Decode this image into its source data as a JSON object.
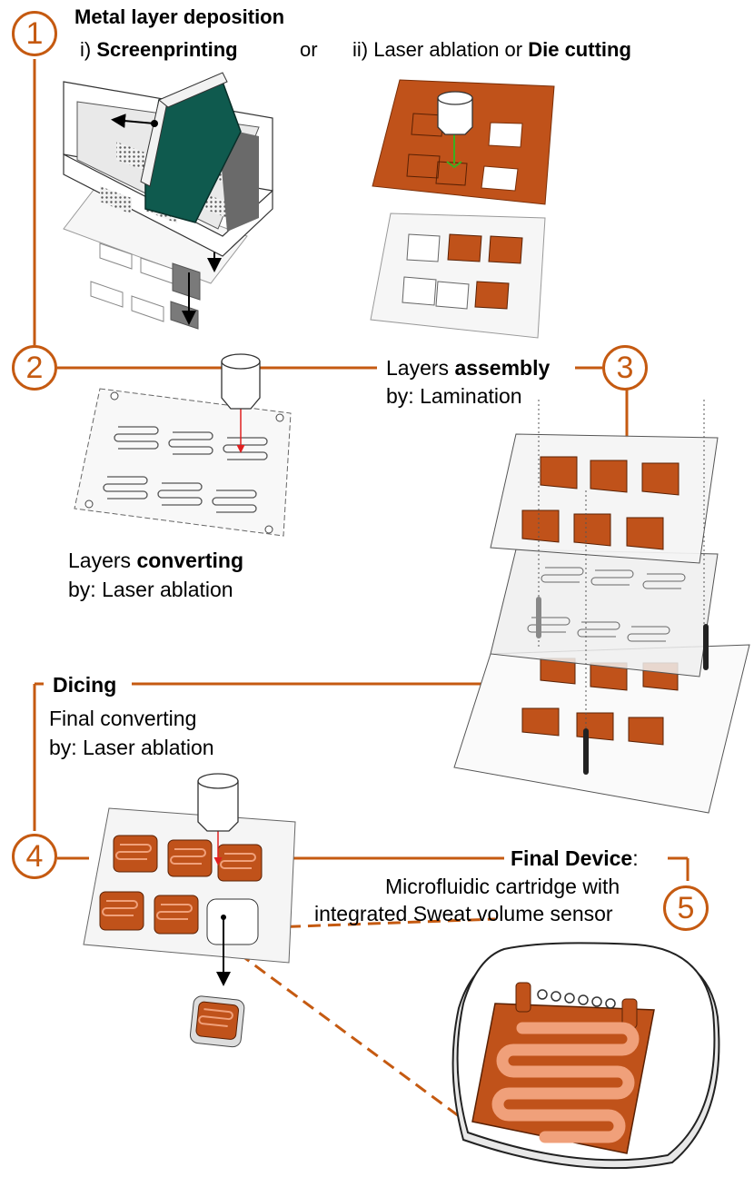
{
  "colors": {
    "accent": "#c55a11",
    "copper": "#c0521a",
    "copper_light": "#f0a07a",
    "screen_green": "#0f5a4e",
    "laser": "#e02020"
  },
  "steps": [
    "1",
    "2",
    "3",
    "4",
    "5"
  ],
  "step1": {
    "title": "Metal layer deposition",
    "opt1_prefix": "i) ",
    "opt1_bold": "Screenprinting",
    "or": "or",
    "opt2_prefix": "ii) Laser ablation or ",
    "opt2_bold": "Die cutting"
  },
  "step2": {
    "line1_prefix": "Layers ",
    "line1_bold": "converting",
    "line2": "by: Laser ablation"
  },
  "step3": {
    "line1_prefix": "Layers ",
    "line1_bold": "assembly",
    "line2": "by: Lamination"
  },
  "step4": {
    "title": "Dicing",
    "line1": "Final converting",
    "line2": "by: Laser ablation"
  },
  "step5": {
    "title": "Final Device",
    "title_suffix": ":",
    "line1": "Microfluidic cartridge with",
    "line2": "integrated Sweat volume sensor"
  }
}
